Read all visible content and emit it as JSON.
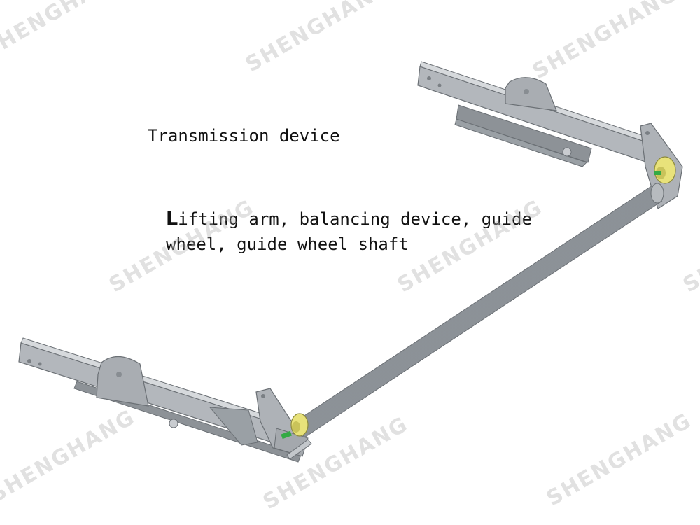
{
  "labels": {
    "transmission_device": "Transmission device",
    "components_first_letter": "L",
    "components_line1_rest": "ifting arm, balancing device, guide",
    "components_line2": "wheel, guide wheel shaft"
  },
  "watermark": {
    "text": "SHENGHANG"
  },
  "colors": {
    "background": "#ffffff",
    "steel": "#a9adb2",
    "shaft": "#9ea3a8",
    "wheel": "#e8e27a",
    "bolt": "#33aa44"
  }
}
